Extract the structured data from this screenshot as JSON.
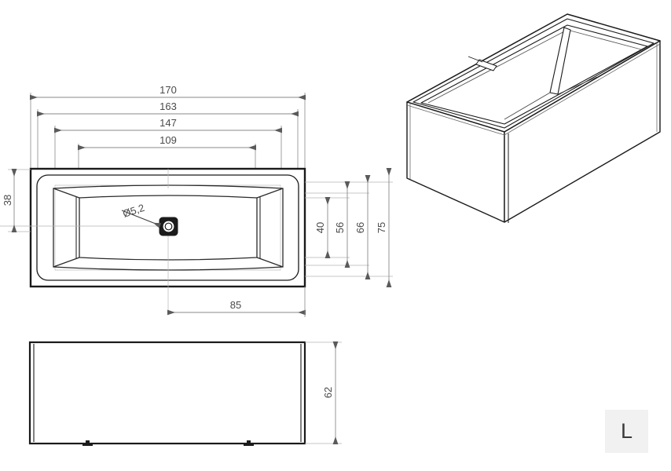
{
  "drawing": {
    "title": "Bathtub technical drawing",
    "units_note": "",
    "views": {
      "top": {
        "name": "top-view",
        "dimensions": {
          "overall_length": "170",
          "rim_length": "163",
          "inner_length_147": "147",
          "inner_length_109": "109",
          "offset_38": "38",
          "drain_offset_85": "85",
          "width_40": "40",
          "width_56": "56",
          "width_66": "66",
          "overall_width_75": "75"
        },
        "drain_label": "Ø5,2"
      },
      "front": {
        "name": "front-view",
        "dimensions": {
          "height_62": "62"
        }
      },
      "iso": {
        "name": "isometric-view"
      }
    },
    "badge": {
      "label": "L"
    },
    "colors": {
      "outline": "#1a1a1a",
      "dimension_line": "#8a8a8a",
      "dimension_text": "#4a4a4a",
      "badge_bg": "#f1f1f1"
    }
  }
}
